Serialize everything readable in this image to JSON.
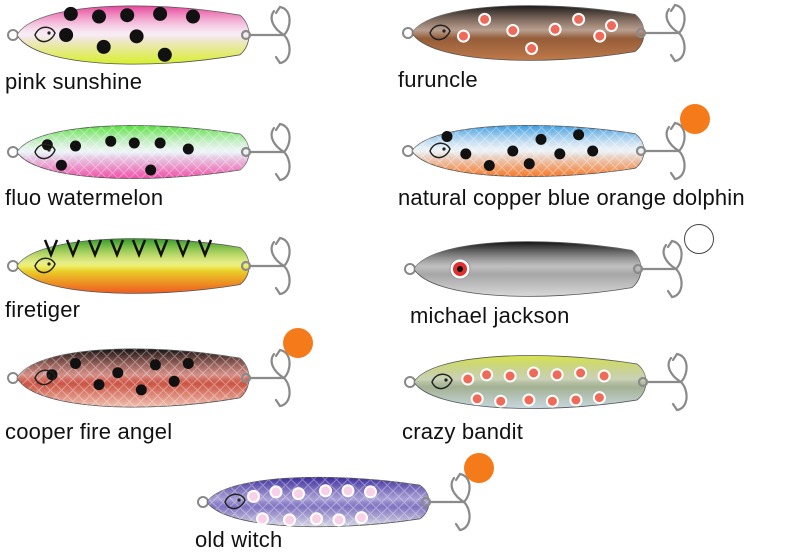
{
  "lures": [
    {
      "name": "pink sunshine",
      "colors": {
        "top": "#e8459a",
        "mid": "#f4e4f0",
        "bottom": "#d8f02a"
      },
      "dots": "#111111",
      "scales": false,
      "badge": null
    },
    {
      "name": "furuncle",
      "colors": {
        "top": "#1a1a1a",
        "mid": "#8a5535",
        "bottom": "#c07a4a"
      },
      "dots": "#f06a5a",
      "scales": false,
      "badge": null
    },
    {
      "name": "fluo watermelon",
      "colors": {
        "top": "#55e03a",
        "mid": "#e4ecf4",
        "bottom": "#f04ea8"
      },
      "dots": "#111111",
      "scales": true,
      "badge": null
    },
    {
      "name": "natural copper blue orange dolphin",
      "colors": {
        "top": "#3a9ae0",
        "mid": "#e6ecf2",
        "bottom": "#f57a2a"
      },
      "dots": "#111111",
      "scales": true,
      "badge": "#f57a1a"
    },
    {
      "name": "firetiger",
      "colors": {
        "top": "#2e9a2a",
        "mid": "#e8e82a",
        "bottom": "#f05a20"
      },
      "dots": "#111111",
      "scales": false,
      "badge": null
    },
    {
      "name": "michael jackson",
      "colors": {
        "top": "#111111",
        "mid": "#9a9a9a",
        "bottom": "#d8d8d8"
      },
      "dots": "#e03030",
      "scales": false,
      "badge": "#ffffff"
    },
    {
      "name": "cooper fire angel",
      "colors": {
        "top": "#111111",
        "mid": "#c23a2a",
        "bottom": "#f0c0b0"
      },
      "dots": "#111111",
      "scales": true,
      "badge": "#f57a1a"
    },
    {
      "name": "crazy bandit",
      "colors": {
        "top": "#d8e44a",
        "mid": "#9aa880",
        "bottom": "#c8d8e0"
      },
      "dots": "#f06a5a",
      "scales": false,
      "badge": null
    },
    {
      "name": "old witch",
      "colors": {
        "top": "#3a2a9a",
        "mid": "#6a5ab8",
        "bottom": "#d8d8e4"
      },
      "dots": "#f8d0e8",
      "scales": true,
      "badge": "#f57a1a"
    }
  ]
}
